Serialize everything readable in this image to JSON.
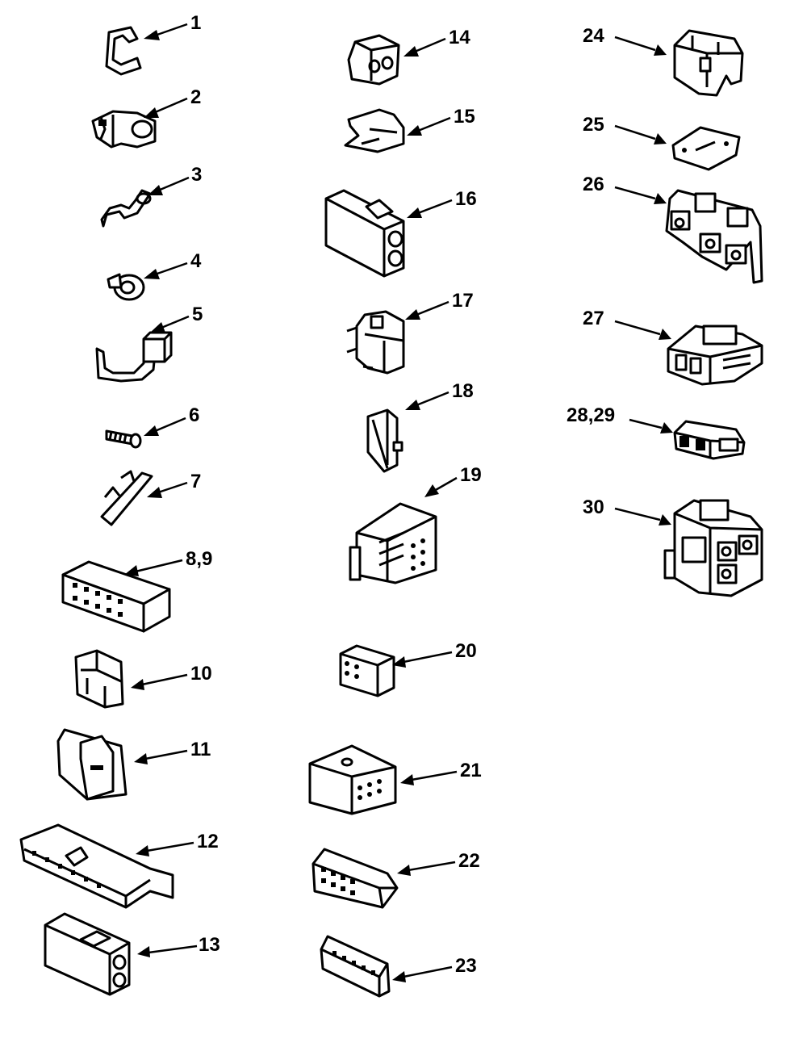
{
  "callouts": [
    "1",
    "2",
    "3",
    "4",
    "5",
    "6",
    "7",
    "8,9",
    "10",
    "11",
    "12",
    "13",
    "14",
    "15",
    "16",
    "17",
    "18",
    "19",
    "20",
    "21",
    "22",
    "23",
    "24",
    "25",
    "26",
    "27",
    "28,29",
    "30"
  ]
}
